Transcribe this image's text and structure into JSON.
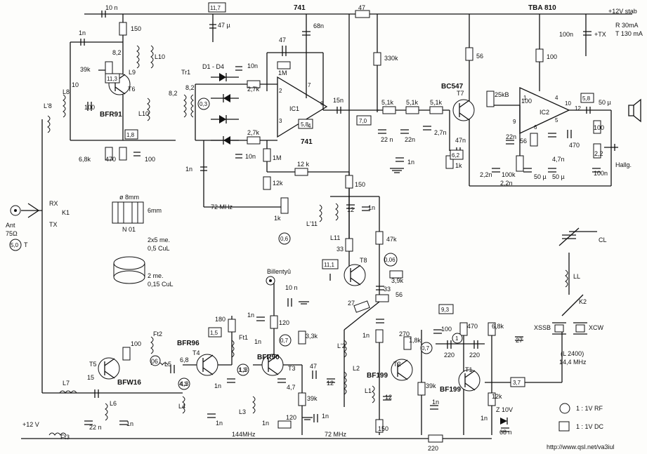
{
  "supply": {
    "plus12v_stab": "+12V stab",
    "r_current": "R  30mA",
    "t_current": "T  130 mA",
    "plus_tx": "+TX",
    "plus12v_bottom": "+12 V"
  },
  "chips": {
    "op_amp_top": "741",
    "op_amp_bottom": "741",
    "audio_amp": "TBA 810",
    "ic1": "IC1",
    "ic2": "IC2"
  },
  "transistors": {
    "t6": "T6",
    "t6_type": "BFR91",
    "t7": "T7",
    "t7_type": "BC547",
    "t8": "T8",
    "t5": "T5",
    "t5_type": "BFW16",
    "t4": "T4",
    "t4_type": "BFR96",
    "t3": "T3",
    "t3_type": "BFR90",
    "t2": "T2",
    "t2_type": "BF199",
    "t1": "T1",
    "t1_type": "BF199"
  },
  "components": {
    "c_10n_top": "10 n",
    "r_150_top": "150",
    "c_1n_tl": "1n",
    "c_8_2a": "8,2",
    "c_8_2b": "8,2",
    "l9": "L9",
    "l10a": "L10",
    "l10b": "L10",
    "r_39k": "39k",
    "l8": "L8",
    "c_10": "10",
    "c_100a": "100",
    "l8p": "L'8",
    "r_6_8k": "6,8k",
    "r_470": "470",
    "c_100b": "100",
    "tr1": "Tr1",
    "d1d4": "D1 - D4",
    "c_10n_a": "10n",
    "r_2_7k_a": "2,7k",
    "r_1m_a": "1M",
    "c_47_top": "47",
    "c_68n": "68n",
    "c_47u": "47 µ",
    "r_2_7k_b": "2,7k",
    "c_10n_b": "10n",
    "r_1m_b": "1M",
    "r_12k_a": "12 k",
    "r_12k_b": "12k",
    "c_1n_mid": "1n",
    "c_15n": "15n",
    "r_47_top": "47",
    "r_330k": "330k",
    "r_56_top": "56",
    "r_5_1k_a": "5,1k",
    "r_5_1k_b": "5,1k",
    "r_5_1k_c": "5,1k",
    "c_22n_a": "22 n",
    "c_22n_b": "22n",
    "c_2_7n": "2,7n",
    "pot_25kb": "25kB",
    "c_47n": "47n",
    "r_1k_a": "1k",
    "c_1n_r": "1n",
    "c_2_2n_a": "2,2n",
    "r_100k": "100k",
    "c_22n_c": "22n",
    "c_2_2n_b": "2,2n",
    "c_100n_top": "100n",
    "r_100_top": "100",
    "c_100_r": "100",
    "c_56": "56",
    "c_470_r": "470",
    "c_50u_a": "50 µ",
    "c_50u_b": "50 µ",
    "c_50u_out": "50 µ",
    "c_4_7n": "4,7n",
    "r_2_2": "2,2",
    "c_100n_r": "100n",
    "r_150_mid": "150",
    "l11": "L11",
    "l11p": "L'11",
    "c_12_mid": "12",
    "c_1n_mid2": "1n",
    "r_47k": "47k",
    "r_33": "33",
    "pot_1k": "1k",
    "r_3_9k": "3,9k",
    "c_33": "33",
    "r_56_mid": "56",
    "r_27": "27",
    "c_10n_key": "10 n",
    "r_120_a": "120",
    "r_180": "180",
    "c_1n_key": "1n",
    "r_3_3k": "3,3k",
    "c_47_mid": "47",
    "c_4_7": "4,7",
    "r_39k_b": "39k",
    "c_12_b": "12",
    "r_120_b": "120",
    "c_1n_b": "1n",
    "l2p": "L'2",
    "l2": "L2",
    "c_1n_t2": "1n",
    "r_270": "270",
    "r_1_8k": "1,8k",
    "c_100_t2": "100",
    "c_12_t2": "12",
    "r_39k_c": "39k",
    "c_1n_t2b": "1n",
    "r_150_t2": "150",
    "l1": "L1",
    "r_470_t1": "470",
    "r_6_8k_t1": "6,8k",
    "c_220_a": "220",
    "c_220_b": "220",
    "c_27": "27",
    "r_12k_t1": "12k",
    "zener": "Z  10V",
    "c_68n_b": "68 n",
    "r_220_bot": "220",
    "c_1n_t1": "1n",
    "r_100_t5": "100",
    "ft2": "Ft2",
    "c_06": "06",
    "l5": "L5",
    "c_6_8": "6,8",
    "c_43": "4,3",
    "l4": "L4",
    "c_1n_t4": "1n",
    "ft1": "Ft1",
    "c_1n_ft1": "1n",
    "c_1_3": "1,3",
    "l3": "L3",
    "c_1n_l3": "1n",
    "l7": "L7",
    "c_15": "15",
    "l6": "L6",
    "c_22n_t5": "22 n",
    "c_1n_t5": "1n",
    "ft3": "Ft3",
    "c_1n_t4b": "1n",
    "xtal_ssb": "XSSB",
    "xtal_cw": "XCW",
    "k2": "K2",
    "ll": "LL",
    "cl": "CL",
    "xtal_note1": "(L 2400)",
    "xtal_note2": "14,4 MHz",
    "r_100_out": "100",
    "c_82": "8,2"
  },
  "labels": {
    "rx": "RX",
    "tx": "TX",
    "k1": "K1",
    "ant": "Ant",
    "ant_imp": "75Ω",
    "t_marker": "T",
    "freq_72_top": "72 MHz",
    "freq_144": "144MHz",
    "freq_72_bot": "72 MHz",
    "key": "Billentyû",
    "headphone": "Hallg.",
    "coil_dia": "ø 8mm",
    "coil_len": "6mm",
    "coil_n01": "N 01",
    "wind1a": "2x5 me.",
    "wind1b": "0,5 CuL",
    "wind2a": "2 me.",
    "wind2b": "0,15 CuL",
    "legend_rf": "1 : 1V  RF",
    "legend_dc": "1 : 1V  DC",
    "url": "http://www.qsl.net/va3iul"
  },
  "measurements": {
    "dc_11_7": "11,7",
    "dc_11_3": "11,3",
    "dc_1_8": "1,8",
    "dc_5_8a": "5,8",
    "dc_7_0": "7,0",
    "dc_6_2": "6,2",
    "dc_5_8b": "5,8",
    "dc_11_1": "11,1",
    "dc_1_5": "1,5",
    "dc_9_3": "9,3",
    "dc_3_7": "3,7",
    "rf_0_3": "0,3",
    "rf_0_6": "0,6",
    "rf_0_06": "0,06",
    "rf_5_0": "5,0",
    "rf_0_7a": "0,7",
    "rf_0_7b": "0,7",
    "rf_1_3": "1,3",
    "rf_4_3": "4,3",
    "rf_1": "1"
  },
  "pins": {
    "p2": "2",
    "p3": "3",
    "p4": "4",
    "p6": "6",
    "p7": "7",
    "q1": "1",
    "q4": "4",
    "q5": "5",
    "q6": "6",
    "q9": "9",
    "q10": "10",
    "q12": "12"
  }
}
